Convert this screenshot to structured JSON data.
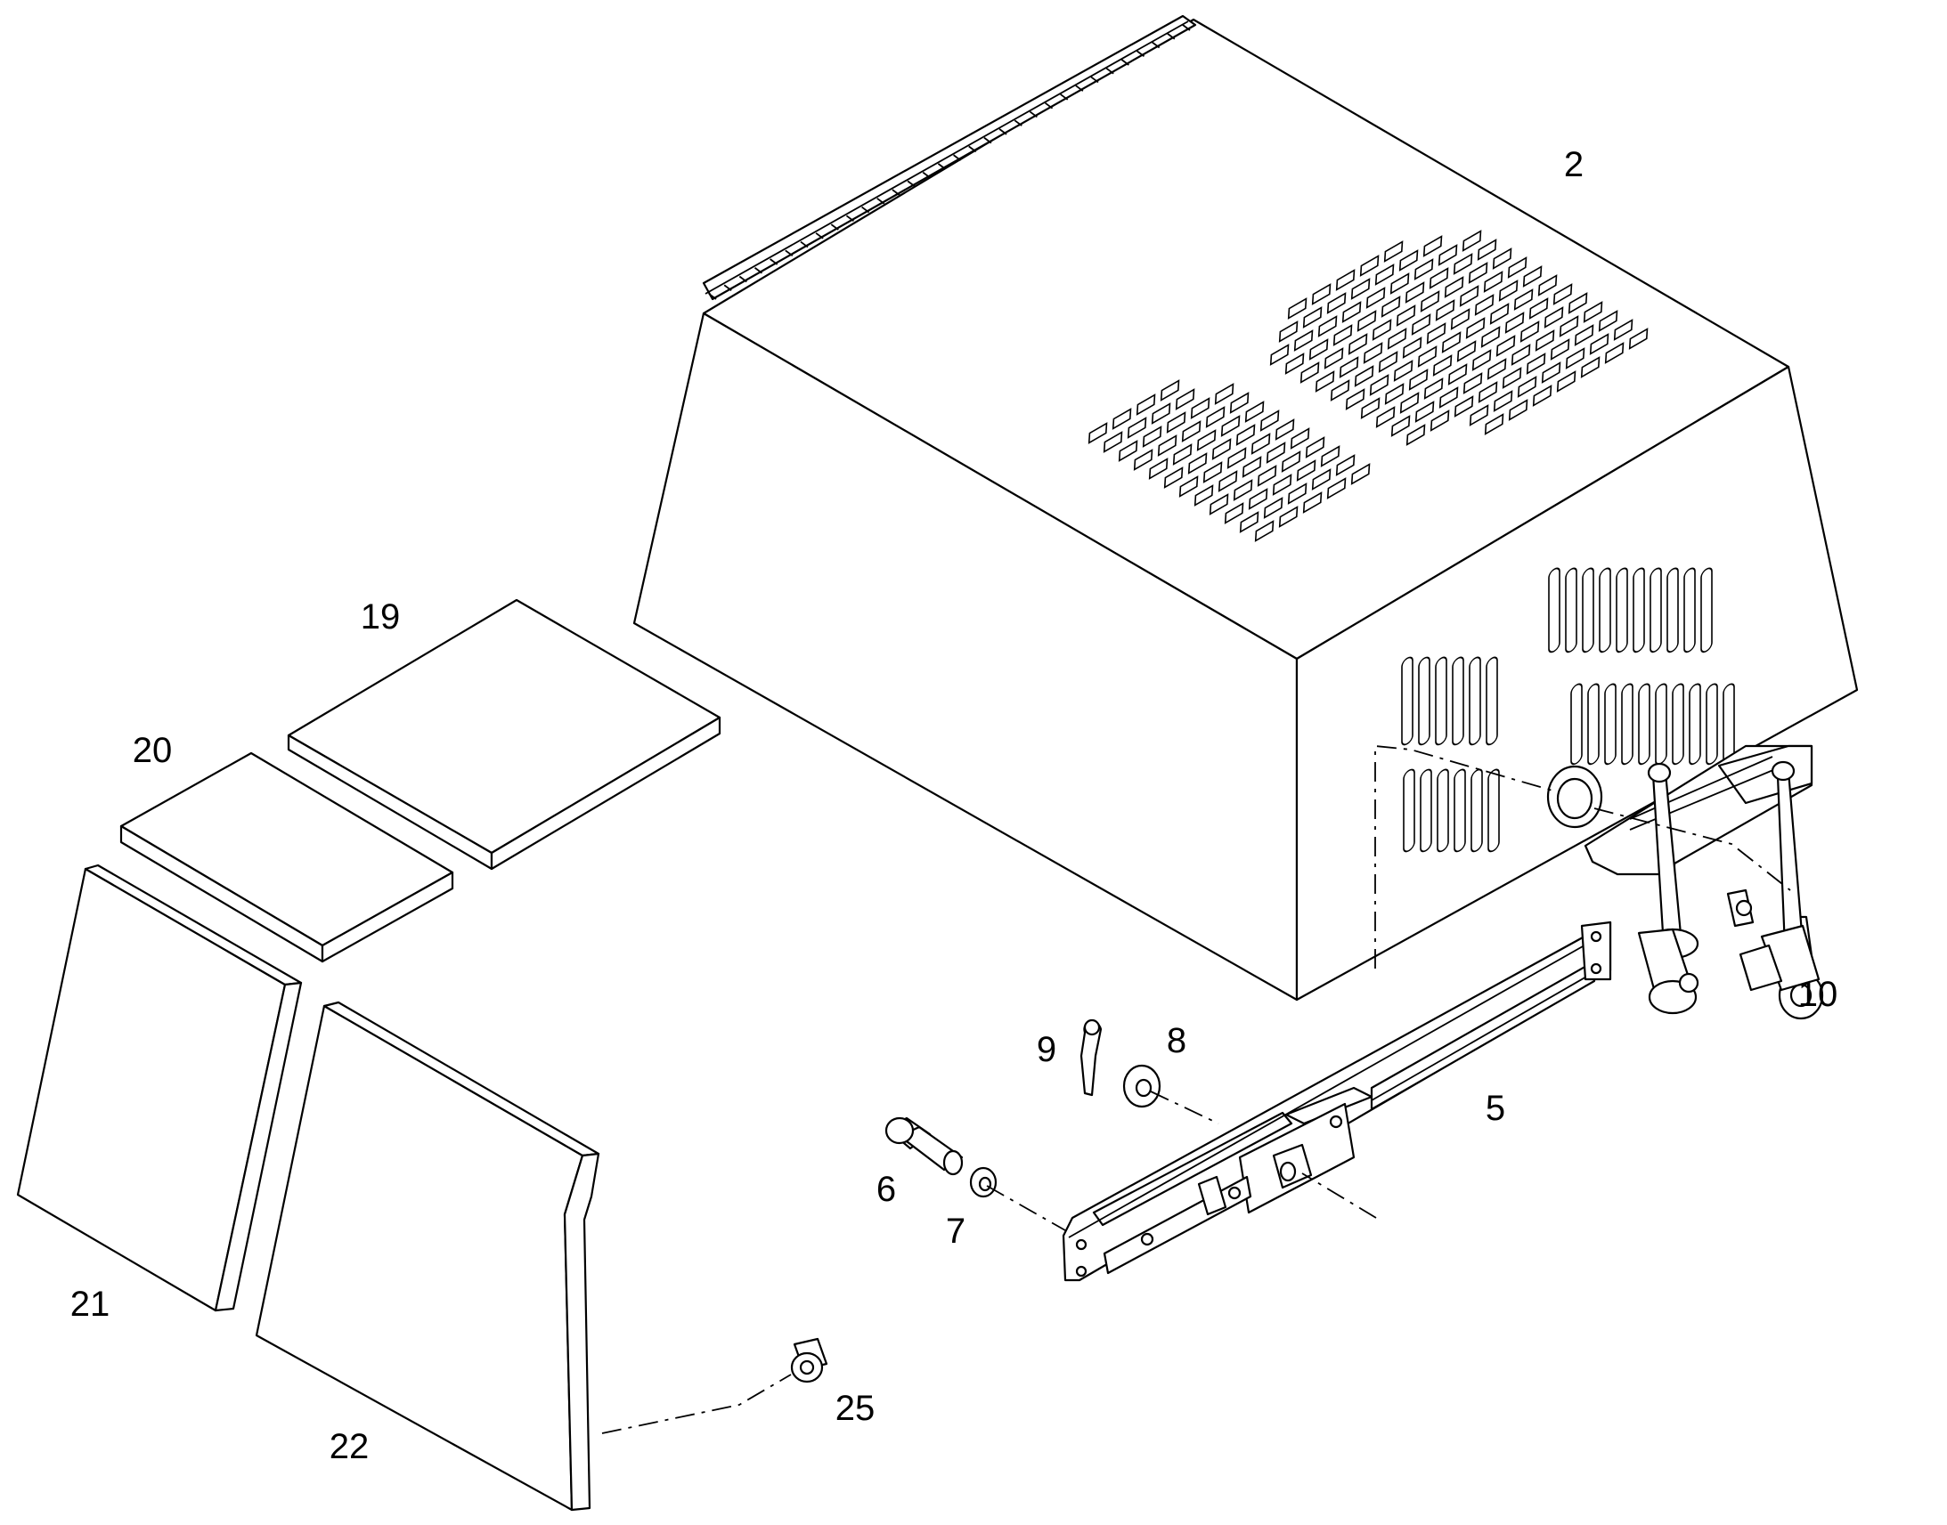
{
  "callouts": {
    "housing": "2",
    "slide_rail": "5",
    "bolt": "6",
    "washer": "7",
    "spacer": "8",
    "cotter_pin": "9",
    "lever_handle": "10",
    "insulation_pad_top": "19",
    "insulation_pad_small": "20",
    "insulation_panel_left": "21",
    "insulation_panel_right": "22",
    "fastener_clip": "25"
  }
}
